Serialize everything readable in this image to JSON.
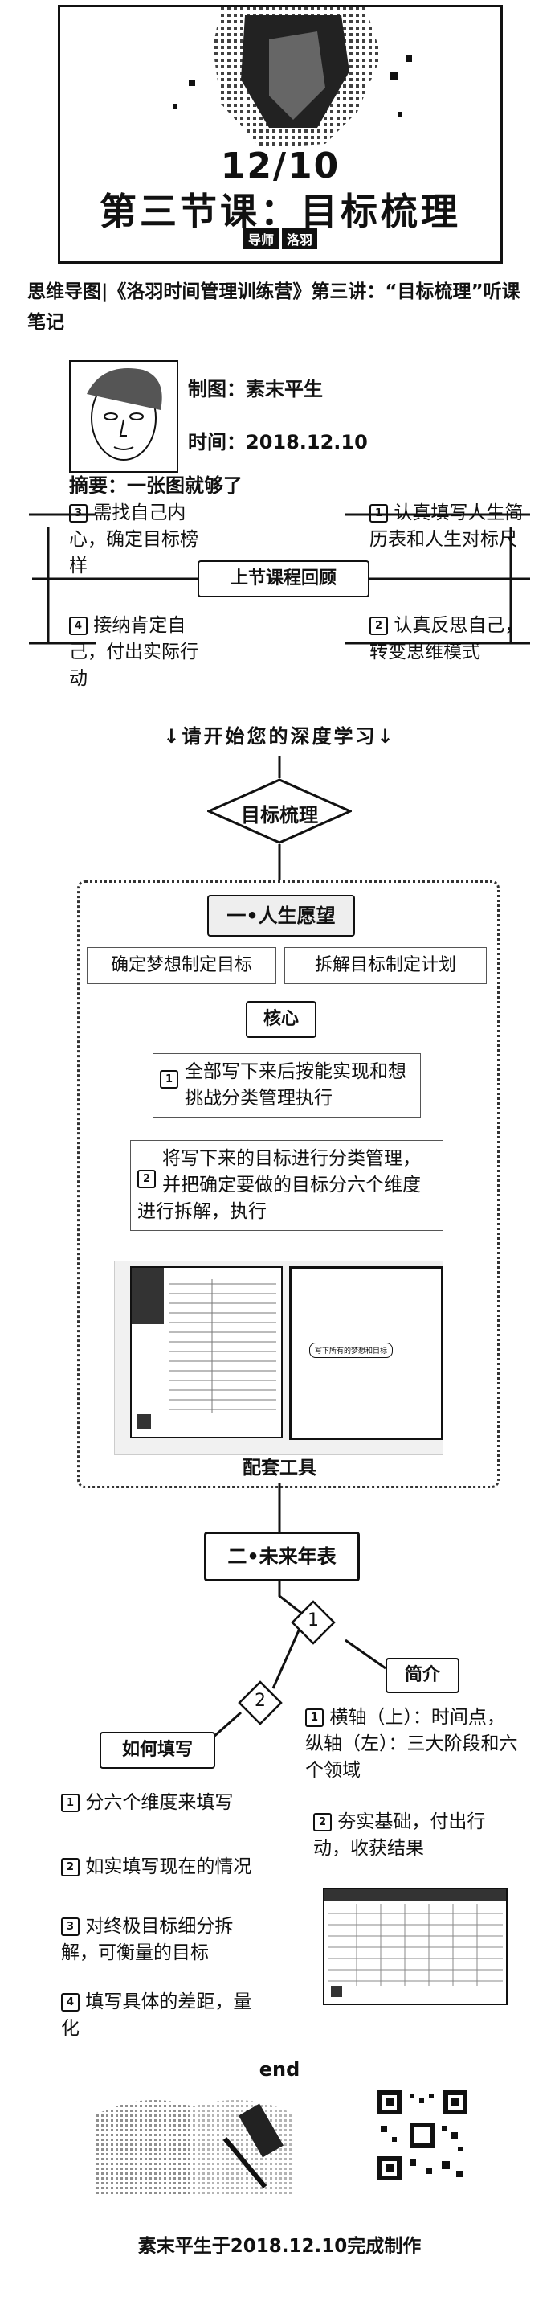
{
  "banner": {
    "date": "12/10",
    "title": "第三节课：目标梳理",
    "subtitle_left": "导师",
    "subtitle_right": "洛羽"
  },
  "heading": "思维导图|《洛羽时间管理训练营》第三讲：“目标梳理”听课笔记",
  "profile": {
    "maker": "制图：素末平生",
    "time": "时间：2018.12.10",
    "summary": "摘要：一张图就够了"
  },
  "review": {
    "center": "上节课程回顾",
    "items": [
      {
        "num": "1",
        "text": "认真填写人生简历表和人生对标尺"
      },
      {
        "num": "2",
        "text": "认真反思自己，转变思维模式"
      },
      {
        "num": "3",
        "text": "需找自己内心，确定目标榜样"
      },
      {
        "num": "4",
        "text": "接纳肯定自己，付出实际行动"
      }
    ]
  },
  "start_line": "↓请开始您的深度学习↓",
  "topic": "目标梳理",
  "section1": {
    "title": "一•人生愿望",
    "left_box": "确定梦想制定目标",
    "right_box": "拆解目标制定计划",
    "core": "核心",
    "core_items": [
      {
        "num": "1",
        "text": "全部写下来后按能实现和想挑战分类管理执行"
      },
      {
        "num": "2",
        "text": "将写下来的目标进行分类管理，并把确定要做的目标分六个维度进行拆解，执行"
      }
    ],
    "tools_caption": "配套工具",
    "tool_note": "写下所有的梦想和目标"
  },
  "section2": {
    "title": "二•未来年表",
    "branch1": "1",
    "branch2": "2",
    "intro_label": "简介",
    "intro_items": [
      {
        "num": "1",
        "text": "横轴（上）：时间点，纵轴（左）：三大阶段和六个领域"
      },
      {
        "num": "2",
        "text": "夯实基础，付出行动，收获结果"
      }
    ],
    "fill_label": "如何填写",
    "fill_items": [
      {
        "num": "1",
        "text": "分六个维度来填写"
      },
      {
        "num": "2",
        "text": "如实填写现在的情况"
      },
      {
        "num": "3",
        "text": "对终极目标细分拆解，可衡量的目标"
      },
      {
        "num": "4",
        "text": "填写具体的差距，量化"
      }
    ]
  },
  "end_text": "end",
  "footer": "素末平生于2018.12.10完成制作"
}
